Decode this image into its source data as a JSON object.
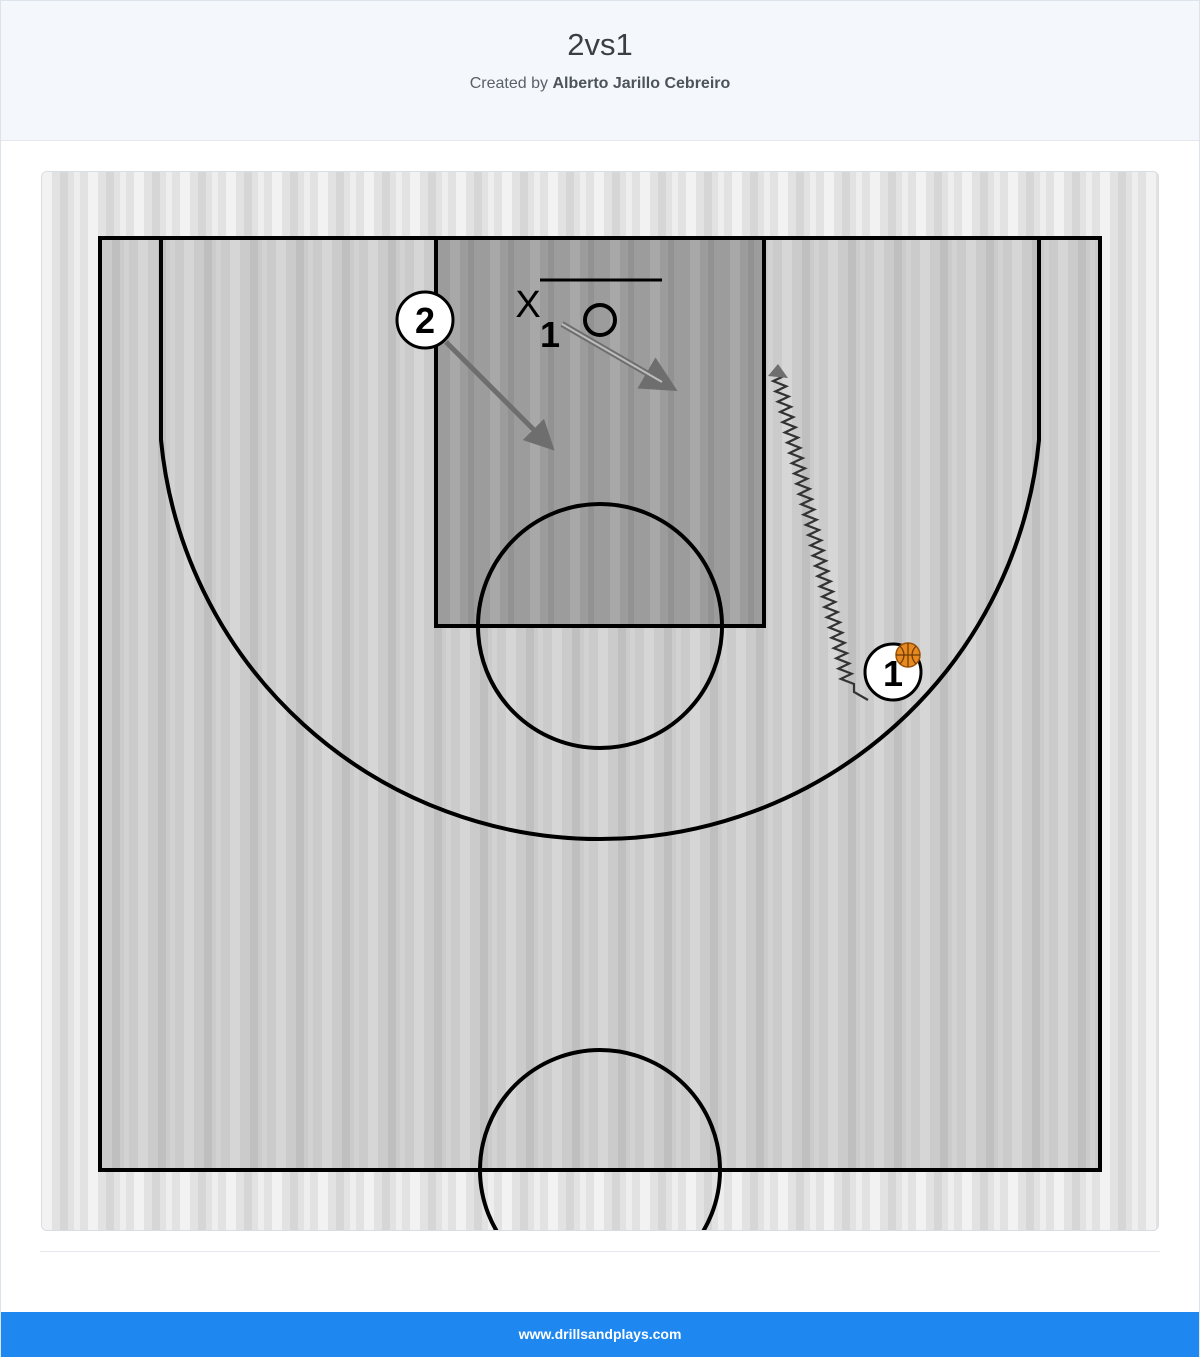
{
  "header": {
    "title": "2vs1",
    "created_by_prefix": "Created by",
    "author": "Alberto Jarillo Cebreiro"
  },
  "diagram": {
    "players": [
      {
        "id": "1",
        "label": "1",
        "has_ball": true
      },
      {
        "id": "2",
        "label": "2",
        "has_ball": false
      }
    ],
    "defender": {
      "label": "X",
      "sub": "1"
    },
    "basket_label": "O",
    "icons": [
      "basketball-icon"
    ],
    "colors": {
      "court": "#c9c9c9",
      "paint": "#9a9a9a",
      "lines": "#000000",
      "arrows": "#6e6e6e",
      "ball": "#e8891f"
    }
  },
  "footer": {
    "site": "www.drillsandplays.com"
  }
}
